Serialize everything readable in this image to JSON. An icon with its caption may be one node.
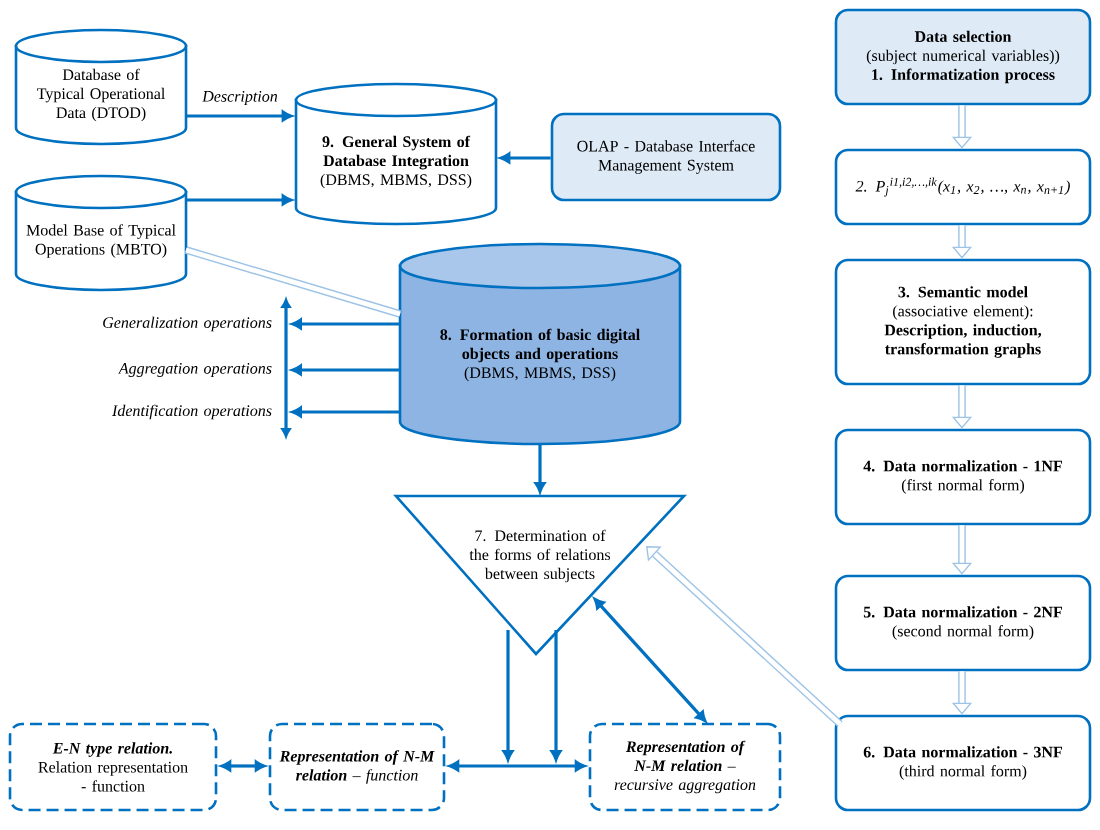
{
  "diagram": {
    "nodes": [
      {
        "text": [
          "Database of Typical Operational Data (DTOD)"
        ]
      },
      {
        "text": [
          "9. General System of Database Integration",
          "(DBMS, MBMS, DSS)"
        ]
      },
      {
        "text": [
          "OLAP - Database Interface Management System"
        ]
      },
      {
        "text": [
          "Model Base of Typical Operations (MBTO)"
        ]
      },
      {
        "text": [
          "8. Formation of basic digital objects and operations",
          "(DBMS, MBMS, DSS)"
        ]
      },
      {
        "text": [
          "7. Determination of the forms of relations between subjects"
        ]
      },
      {
        "text": [
          "E-N type relation.",
          "Relation representation - function"
        ]
      },
      {
        "text": [
          "**Representation of N-M relation** – function"
        ]
      },
      {
        "text": [
          "**Representation of N-M relation** – recursive aggregation"
        ]
      },
      {
        "text": [
          "Data selection",
          "(subject numerical variables))",
          "1. Informatization process"
        ]
      },
      {
        "text": [
          "2. P$_{j}$$^{i1,i2,…,ik}$(x$_{1}$, x$_{2}$, …, x$_{n}$, x$_{n+1}$)"
        ]
      },
      {
        "text": [
          "3. Semantic model",
          "(associative element):",
          "Description, induction, transformation graphs"
        ]
      },
      {
        "text": [
          "4. Data normalization - 1NF",
          "(first normal form)"
        ]
      },
      {
        "text": [
          "5. Data normalization - 2NF",
          "(second normal form)"
        ]
      },
      {
        "text": [
          "6. Data normalization - 3NF",
          "(third normal form)"
        ]
      },
      {
        "text": [
          "Generalization operations"
        ]
      },
      {
        "text": [
          "Aggregation operations"
        ]
      },
      {
        "text": [
          "Identification operations"
        ]
      },
      {
        "text": [],
        "shape": "bar"
      }
    ],
    "edges": [
      {
        "from": 0,
        "to": 1,
        "arrow": "to",
        "label": "Description"
      },
      {
        "from": 3,
        "to": 1,
        "arrow": "to"
      },
      {
        "from": 2,
        "to": 1,
        "arrow": "to"
      },
      {
        "from": 3,
        "to": 4,
        "arrow": "none",
        "style": "thick",
        "color": "#9dc3e6"
      },
      {
        "from": 4,
        "to": 15,
        "arrow": "to"
      },
      {
        "from": 4,
        "to": 16,
        "arrow": "to"
      },
      {
        "from": 4,
        "to": 17,
        "arrow": "to"
      },
      {
        "from": 4,
        "to": 5,
        "arrow": "to"
      },
      {
        "from": 5,
        "to": 7,
        "arrow": "to"
      },
      {
        "from": 5,
        "to": 8,
        "arrow": "to"
      },
      {
        "from": 7,
        "to": 8,
        "arrow": "both"
      },
      {
        "from": 6,
        "to": 7,
        "arrow": "both"
      },
      {
        "from": 8,
        "to": 5,
        "arrow": "both"
      },
      {
        "from": 9,
        "to": 10,
        "arrow": "to",
        "style": "thick",
        "color": "#9dc3e6"
      },
      {
        "from": 10,
        "to": 11,
        "arrow": "to",
        "style": "thick",
        "color": "#9dc3e6"
      },
      {
        "from": 11,
        "to": 12,
        "arrow": "to",
        "style": "thick",
        "color": "#9dc3e6"
      },
      {
        "from": 12,
        "to": 13,
        "arrow": "to",
        "style": "thick",
        "color": "#9dc3e6"
      },
      {
        "from": 13,
        "to": 14,
        "arrow": "to",
        "style": "thick",
        "color": "#9dc3e6"
      },
      {
        "from": 14,
        "to": 5,
        "arrow": "to",
        "style": "thick",
        "color": "#9dc3e6"
      }
    ]
  }
}
